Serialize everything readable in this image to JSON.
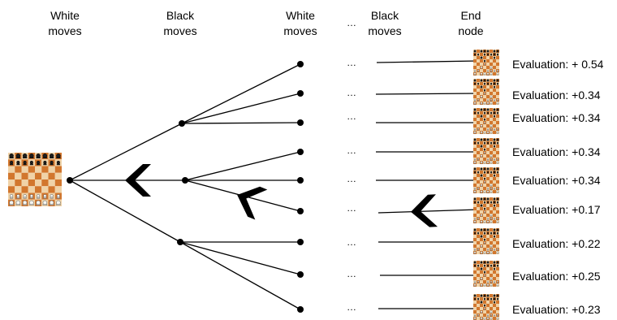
{
  "headers": {
    "col1": [
      "White",
      "moves"
    ],
    "col2": [
      "Black",
      "moves"
    ],
    "col3": [
      "White",
      "moves"
    ],
    "ellipsis": "…",
    "col4": [
      "Black",
      "moves"
    ],
    "col5": [
      "End",
      "node"
    ]
  },
  "ellipsis": "…",
  "evaluations": [
    "Evaluation: + 0.54",
    "Evaluation: +0.34",
    "Evaluation: +0.34",
    "Evaluation: +0.34",
    "Evaluation: +0.34",
    "Evaluation: +0.17",
    "Evaluation: +0.22",
    "Evaluation: +0.25",
    "Evaluation: +0.23"
  ],
  "colors": {
    "line": "#000000",
    "light_square": "#f0d3a8",
    "dark_square": "#d2772e",
    "arrow": "#000000"
  }
}
